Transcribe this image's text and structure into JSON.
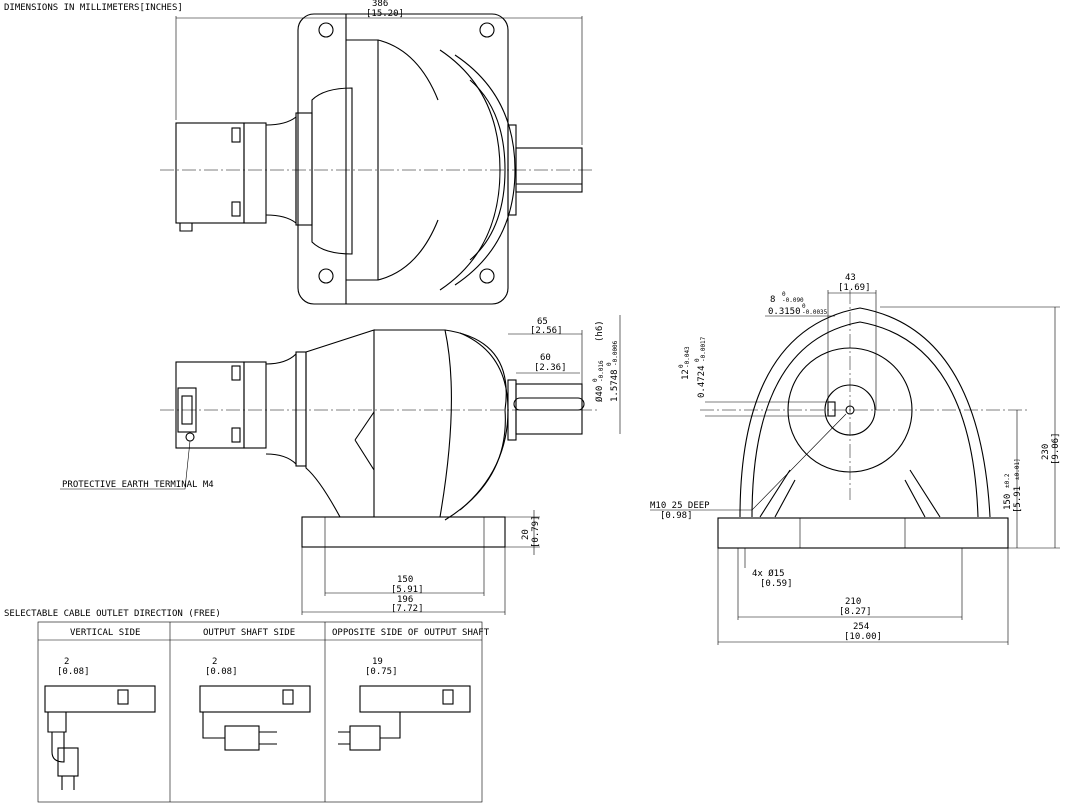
{
  "title": "DIMENSIONS IN MILLIMETERS[INCHES]",
  "top_view": {
    "overall_length": {
      "mm": "386",
      "in": "[15.20]"
    }
  },
  "front_view": {
    "shaft_length": {
      "mm": "65",
      "in": "[2.56]"
    },
    "key_length": {
      "mm": "60",
      "in": "[2.36]"
    },
    "shaft_dia": {
      "mm": "Ø40",
      "tol_upper": "0",
      "tol_lower": "-0.016",
      "fit": "(h6)",
      "in": "1.5748",
      "in_tol_upper": "0",
      "in_tol_lower": "-0.0006"
    },
    "base_height": {
      "mm": "20",
      "in": "[0.79]"
    },
    "hole_pitch": {
      "mm": "150",
      "in": "[5.91]"
    },
    "base_length": {
      "mm": "196",
      "in": "[7.72]"
    },
    "earth_label": "PROTECTIVE EARTH TERMINAL M4"
  },
  "side_view": {
    "offset": {
      "mm": "43",
      "in": "[1.69]"
    },
    "key_width": {
      "mm": "8",
      "tol_upper": "0",
      "tol_lower": "-0.090",
      "in": "0.3150",
      "in_tol_upper": "0",
      "in_tol_lower": "-0.0035"
    },
    "key_height": {
      "mm": "12",
      "tol_upper": "0",
      "tol_lower": "-0.043",
      "in": "0.4724",
      "in_tol_upper": "0",
      "in_tol_lower": "-0.0017"
    },
    "total_height": {
      "mm": "230",
      "in": "[9.06]"
    },
    "center_height": {
      "mm": "150",
      "tol": "±0.2",
      "in": "[5.91",
      "in_tol": "±0.01]"
    },
    "tap": {
      "mm": "M10  25  DEEP",
      "in": "[0.98]"
    },
    "holes": {
      "mm": "4x Ø15",
      "in": "[0.59]"
    },
    "hole_pitch": {
      "mm": "210",
      "in": "[8.27]"
    },
    "base_width": {
      "mm": "254",
      "in": "[10.00]"
    }
  },
  "cable_table": {
    "title": "SELECTABLE CABLE OUTLET DIRECTION (FREE)",
    "columns": [
      {
        "label": "VERTICAL SIDE",
        "mm": "2",
        "in": "[0.08]"
      },
      {
        "label": "OUTPUT SHAFT SIDE",
        "mm": "2",
        "in": "[0.08]"
      },
      {
        "label": "OPPOSITE SIDE OF OUTPUT SHAFT",
        "mm": "19",
        "in": "[0.75]"
      }
    ]
  }
}
